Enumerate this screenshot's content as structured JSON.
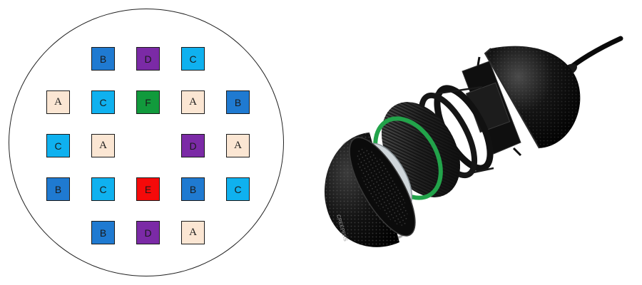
{
  "wafer": {
    "legend_colors": {
      "A": "#fbe6d3",
      "B": "#1f7ad1",
      "C": "#0fb1ef",
      "D": "#7b2aa6",
      "E": "#f50a0a",
      "F": "#119a3c"
    },
    "grid": [
      [
        "",
        "B",
        "D",
        "C",
        ""
      ],
      [
        "A",
        "C",
        "F",
        "A",
        "B"
      ],
      [
        "C",
        "A",
        "",
        "D",
        "A"
      ],
      [
        "B",
        "C",
        "E",
        "B",
        "C"
      ],
      [
        "",
        "B",
        "D",
        "A",
        ""
      ]
    ]
  },
  "render": {
    "brand_text": "CREEPERS"
  }
}
